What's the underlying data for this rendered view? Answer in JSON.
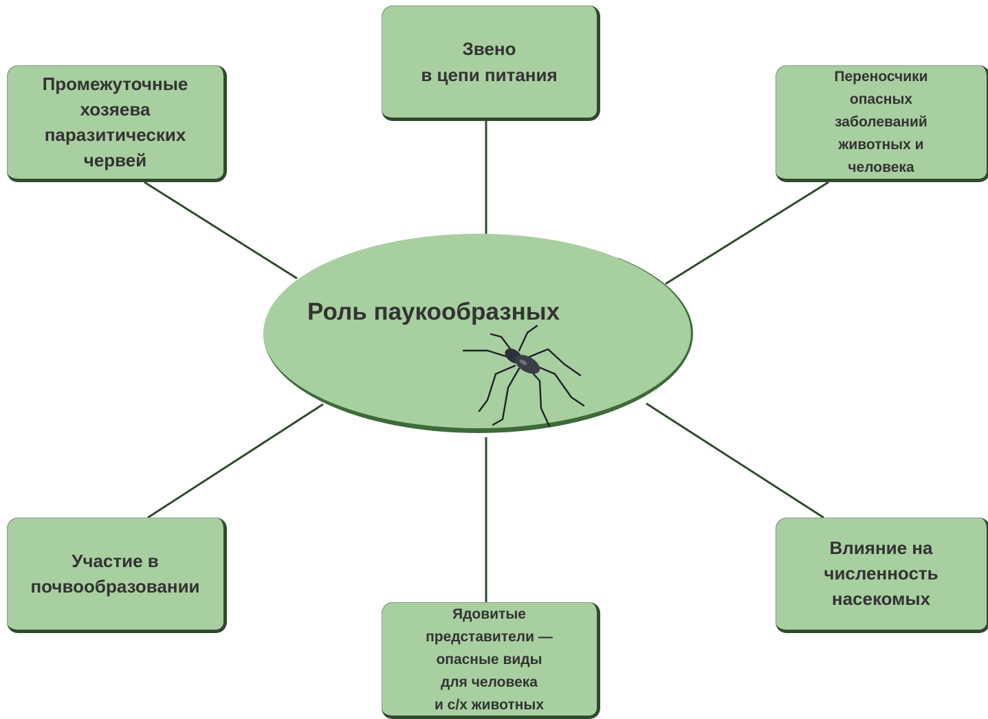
{
  "center": {
    "title": "Роль паукообразных",
    "illustration": "spider-icon"
  },
  "nodes": {
    "top": "Звено\nв цепи питания",
    "top_left": "Промежуточные\nхозяева\nпаразитических\nчервей",
    "top_right": "Переносчики\nопасных\nзаболеваний\nживотных и\nчеловека",
    "bottom_left": "Участие в\nпочвообразовании",
    "bottom": "Ядовитые\nпредставители —\nопасные виды\nдля человека\nи с/х животных",
    "bottom_right": "Влияние на\nчисленность\nнасекомых"
  },
  "colors": {
    "fill": "#a8cfa0",
    "shadow": "#2f4a2d",
    "connector": "#2f4a2d",
    "text": "#333333"
  }
}
